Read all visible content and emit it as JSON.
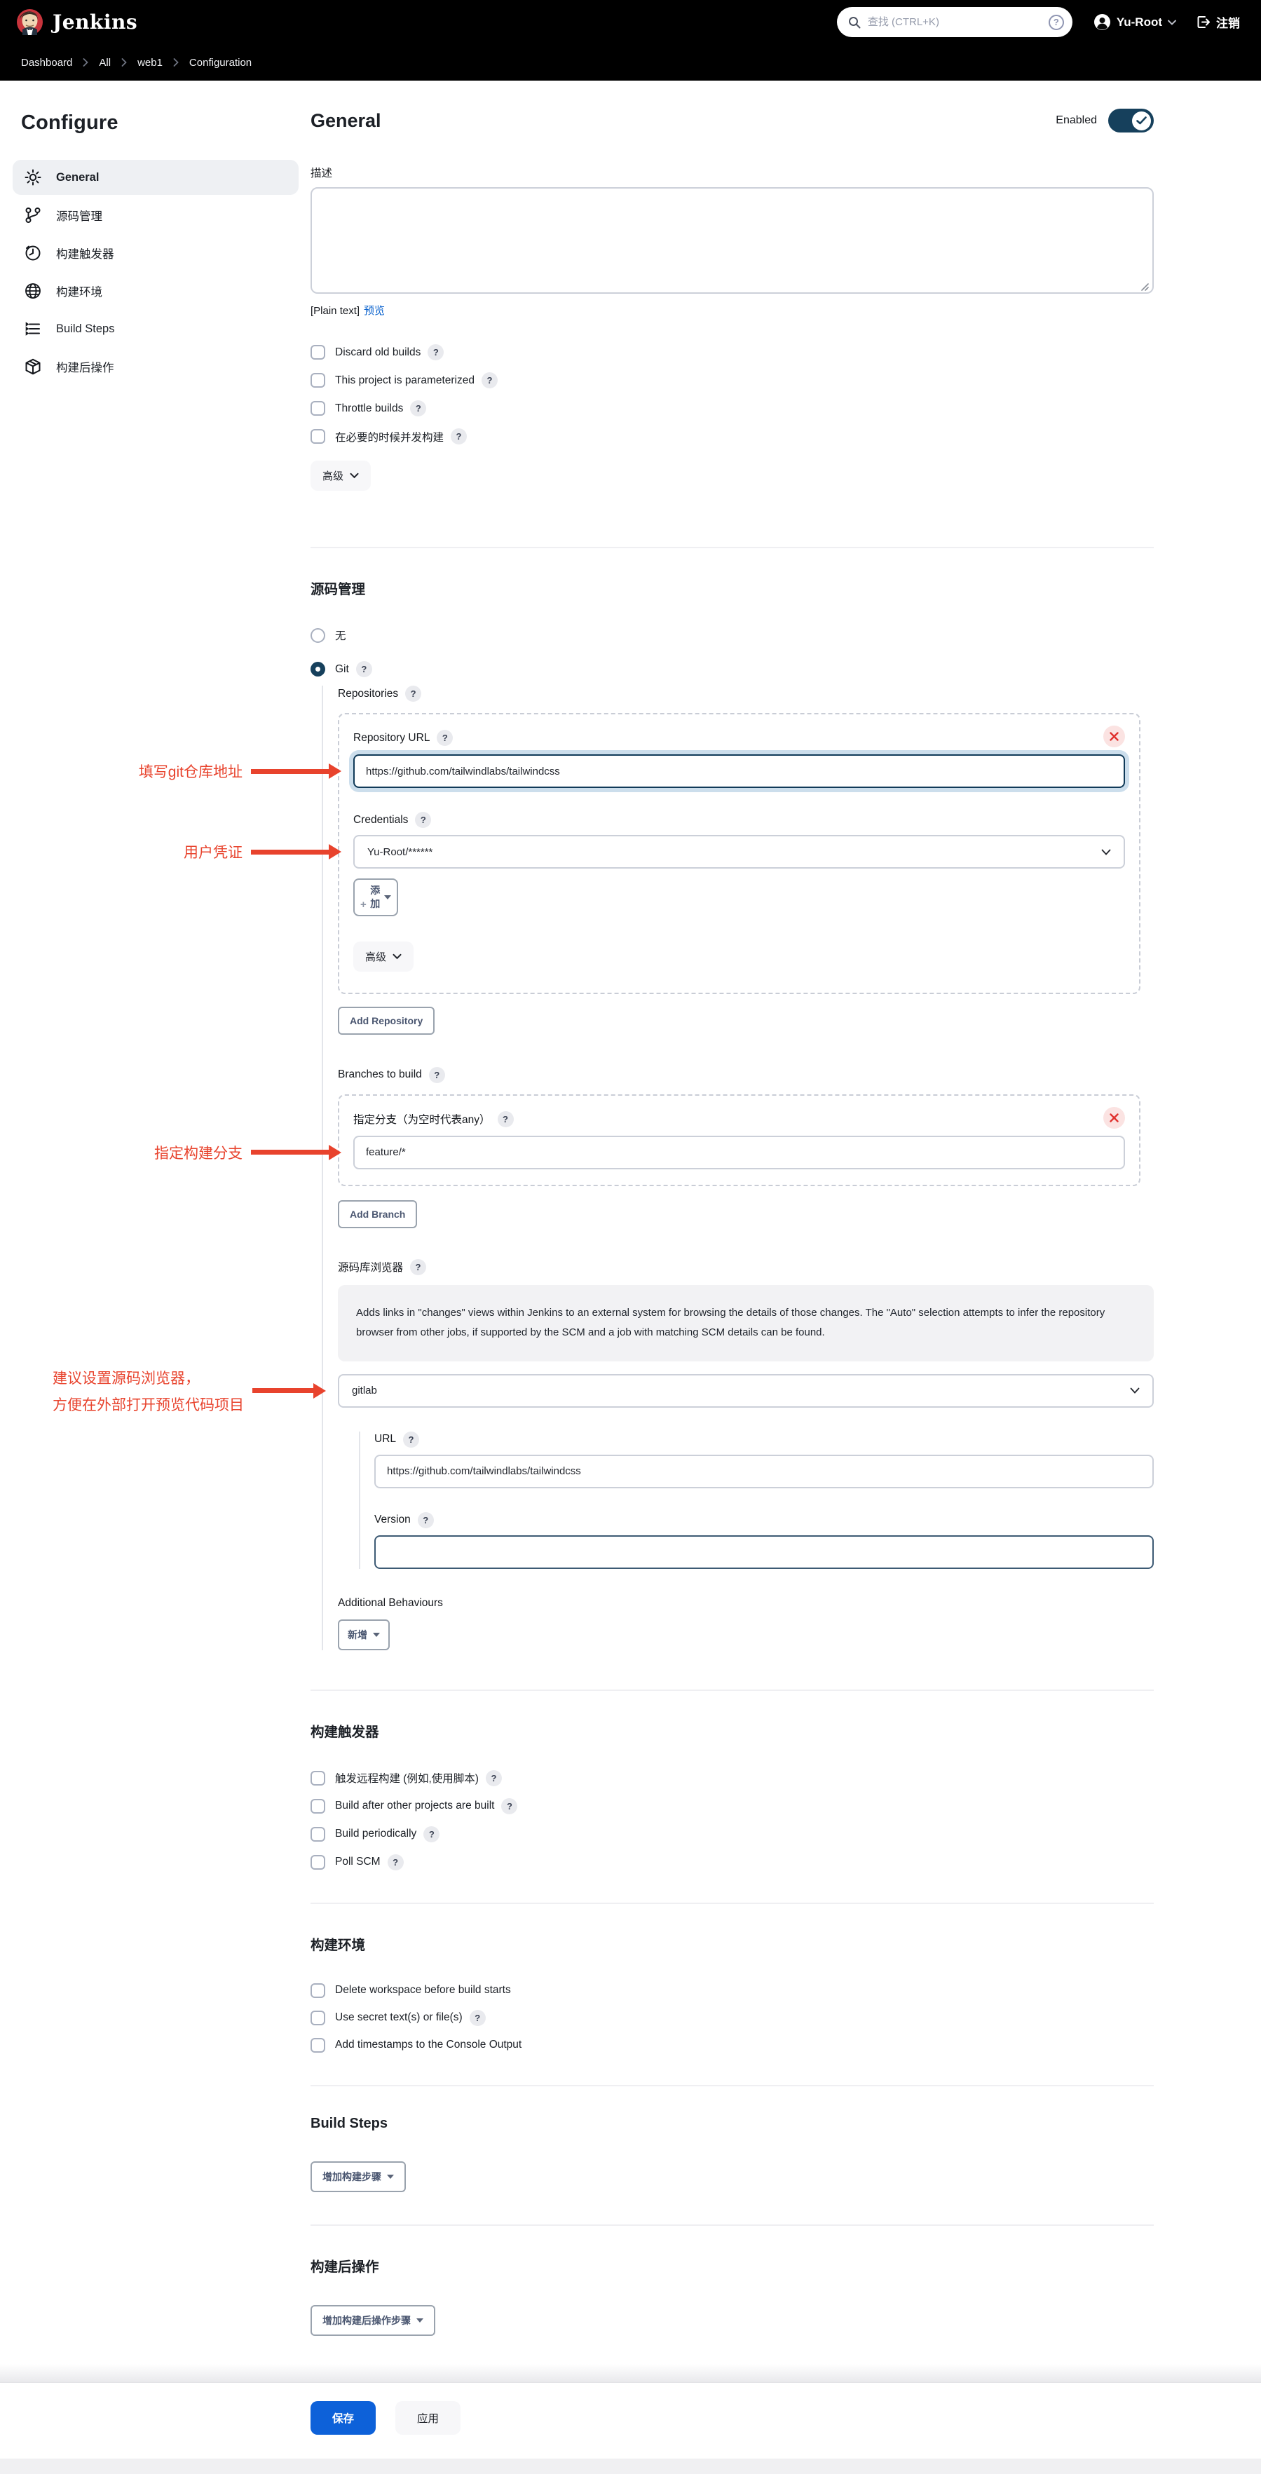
{
  "glyphs": {
    "help": "?",
    "plus": "+"
  },
  "colors": {
    "accent_blue": "#0d61d9",
    "toggle_navy": "#16405c",
    "annotation_red": "#e8432d",
    "link_blue": "#0b63ce",
    "danger_red": "#e0312e",
    "topbar_black": "#000000"
  },
  "header": {
    "brand": "Jenkins",
    "search_placeholder": "查找 (CTRL+K)",
    "user": "Yu-Root",
    "logout": "注销"
  },
  "breadcrumb": {
    "items": [
      {
        "label": "Dashboard"
      },
      {
        "label": "All"
      },
      {
        "label": "web1"
      },
      {
        "label": "Configuration"
      }
    ]
  },
  "sidebar": {
    "title": "Configure",
    "items": [
      {
        "label": "General"
      },
      {
        "label": "源码管理"
      },
      {
        "label": "构建触发器"
      },
      {
        "label": "构建环境"
      },
      {
        "label": "Build Steps"
      },
      {
        "label": "构建后操作"
      }
    ]
  },
  "general": {
    "title": "General",
    "enabled_label": "Enabled",
    "description_label": "描述",
    "description_value": "",
    "plain_text": "[Plain text]",
    "preview_link": "预览",
    "checkboxes": [
      {
        "label": "Discard old builds"
      },
      {
        "label": "This project is parameterized"
      },
      {
        "label": "Throttle builds"
      },
      {
        "label": "在必要的时候并发构建"
      }
    ],
    "advanced_label": "高级"
  },
  "scm": {
    "section_title": "源码管理",
    "none_label": "无",
    "git_label": "Git",
    "repositories_label": "Repositories",
    "repo_url_label": "Repository URL",
    "repo_url_value": "https://github.com/tailwindlabs/tailwindcss",
    "credentials_label": "Credentials",
    "credentials_value": "Yu-Root/******",
    "add_label": "添加",
    "advanced_label": "高级",
    "add_repository_label": "Add Repository",
    "branches_label": "Branches to build",
    "branch_spec_label": "指定分支（为空时代表any）",
    "branch_value": "feature/*",
    "add_branch_label": "Add Branch",
    "browser_label": "源码库浏览器",
    "browser_help": "Adds links in \"changes\" views within Jenkins to an external system for browsing the details of those changes. The \"Auto\" selection attempts to infer the repository browser from other jobs, if supported by the SCM and a job with matching SCM details can be found.",
    "browser_value": "gitlab",
    "url_label": "URL",
    "url_value": "https://github.com/tailwindlabs/tailwindcss",
    "version_label": "Version",
    "version_value": "",
    "additional_label": "Additional Behaviours",
    "add_new_label": "新增"
  },
  "triggers": {
    "section_title": "构建触发器",
    "checkboxes": [
      {
        "label": "触发远程构建 (例如,使用脚本)"
      },
      {
        "label": "Build after other projects are built"
      },
      {
        "label": "Build periodically"
      },
      {
        "label": "Poll SCM"
      }
    ]
  },
  "environment": {
    "section_title": "构建环境",
    "checkboxes": [
      {
        "label": "Delete workspace before build starts"
      },
      {
        "label": "Use secret text(s) or file(s)"
      },
      {
        "label": "Add timestamps to the Console Output"
      }
    ]
  },
  "build_steps": {
    "section_title": "Build Steps",
    "add_label": "增加构建步骤"
  },
  "post_build": {
    "section_title": "构建后操作",
    "add_label": "增加构建后操作步骤"
  },
  "footer": {
    "save_label": "保存",
    "apply_label": "应用"
  },
  "annotations": {
    "repo_url": "填写git仓库地址",
    "credentials": "用户凭证",
    "branch": "指定构建分支",
    "browser_line1": "建议设置源码浏览器，",
    "browser_line2": "方便在外部打开预览代码项目"
  }
}
